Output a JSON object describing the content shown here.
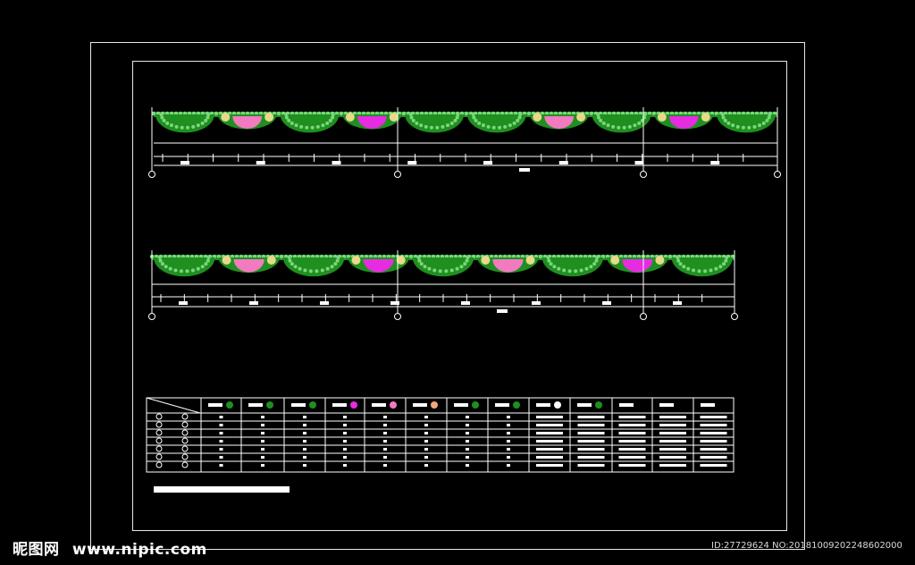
{
  "drawing": {
    "background": "#000000",
    "line_color": "#ffffff",
    "plant_color": "#1f8f1f",
    "plant_light_color": "#7cd67c",
    "accent_pink": "#f27ac0",
    "accent_magenta": "#e52ce0",
    "accent_yellow": "#e8d98a"
  },
  "elevations": [
    {
      "name": "elevation-1",
      "bed_sequence": [
        "green",
        "pink",
        "green",
        "magenta",
        "green",
        "green",
        "pink",
        "green",
        "magenta",
        "green"
      ]
    },
    {
      "name": "elevation-2",
      "bed_sequence": [
        "green",
        "pink",
        "green",
        "magenta",
        "green",
        "pink",
        "green",
        "magenta",
        "green"
      ]
    }
  ],
  "plant_legend": {
    "symbols": [
      "green-shrub-icon",
      "green-cluster-icon",
      "green-cluster-icon",
      "magenta-flower-icon",
      "pink-flower-icon",
      "peach-flower-icon",
      "green-shrub-icon",
      "green-small-icon",
      "white-box-icon",
      "green-box-icon",
      "blank",
      "blank",
      "blank"
    ]
  },
  "watermark": {
    "brand": "昵图网",
    "url": "www.nipic.com",
    "id_text": "ID:27729624 NO:20181009202248602000"
  }
}
